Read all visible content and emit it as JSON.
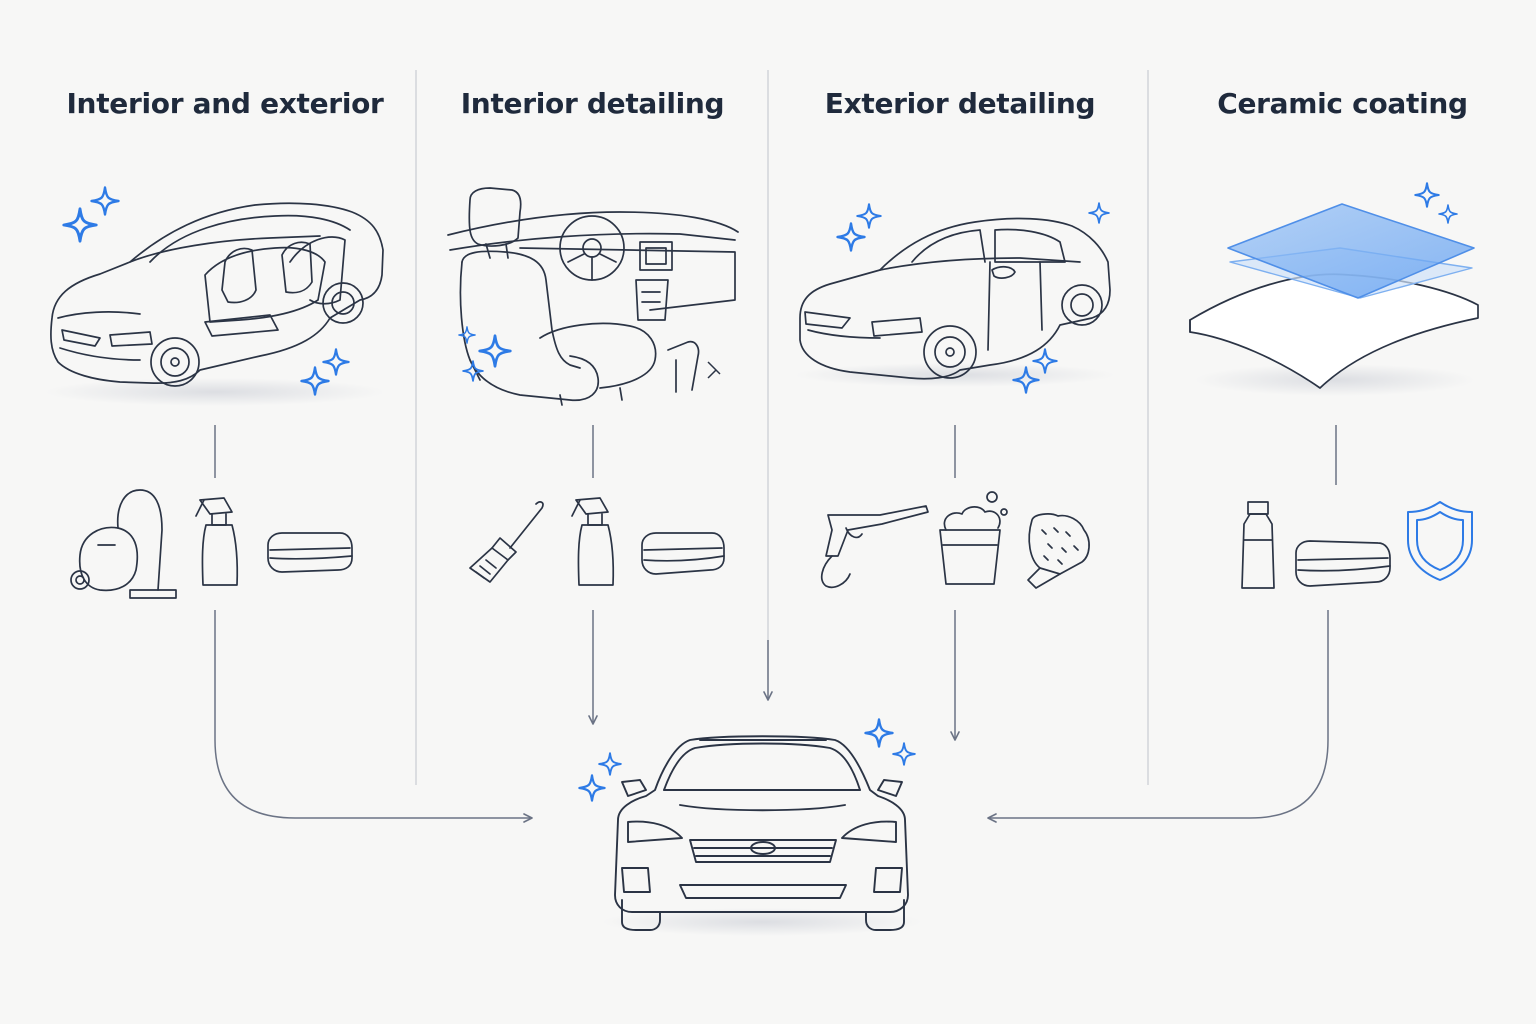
{
  "columns": [
    {
      "title": "Interior and exterior"
    },
    {
      "title": "Interior detailing"
    },
    {
      "title": "Exterior detailing"
    },
    {
      "title": "Ceramic coating"
    }
  ],
  "colors": {
    "line": "#2b3445",
    "connector": "#6b7385",
    "divider": "#cfd2d8",
    "accent": "#2e7be6",
    "background": "#f7f7f6"
  },
  "icons": {
    "column_1": [
      "car-open-doors-icon",
      "vacuum-cleaner-icon",
      "spray-bottle-icon",
      "folded-towel-icon"
    ],
    "column_2": [
      "car-interior-seat-icon",
      "detailing-brush-icon",
      "spray-bottle-icon",
      "folded-towel-icon"
    ],
    "column_3": [
      "sedan-side-icon",
      "pressure-washer-icon",
      "foam-bucket-icon",
      "wash-mitt-icon"
    ],
    "column_4": [
      "coating-layers-icon",
      "coating-bottle-icon",
      "folded-towel-icon",
      "shield-icon"
    ],
    "result": "front-car-icon"
  }
}
